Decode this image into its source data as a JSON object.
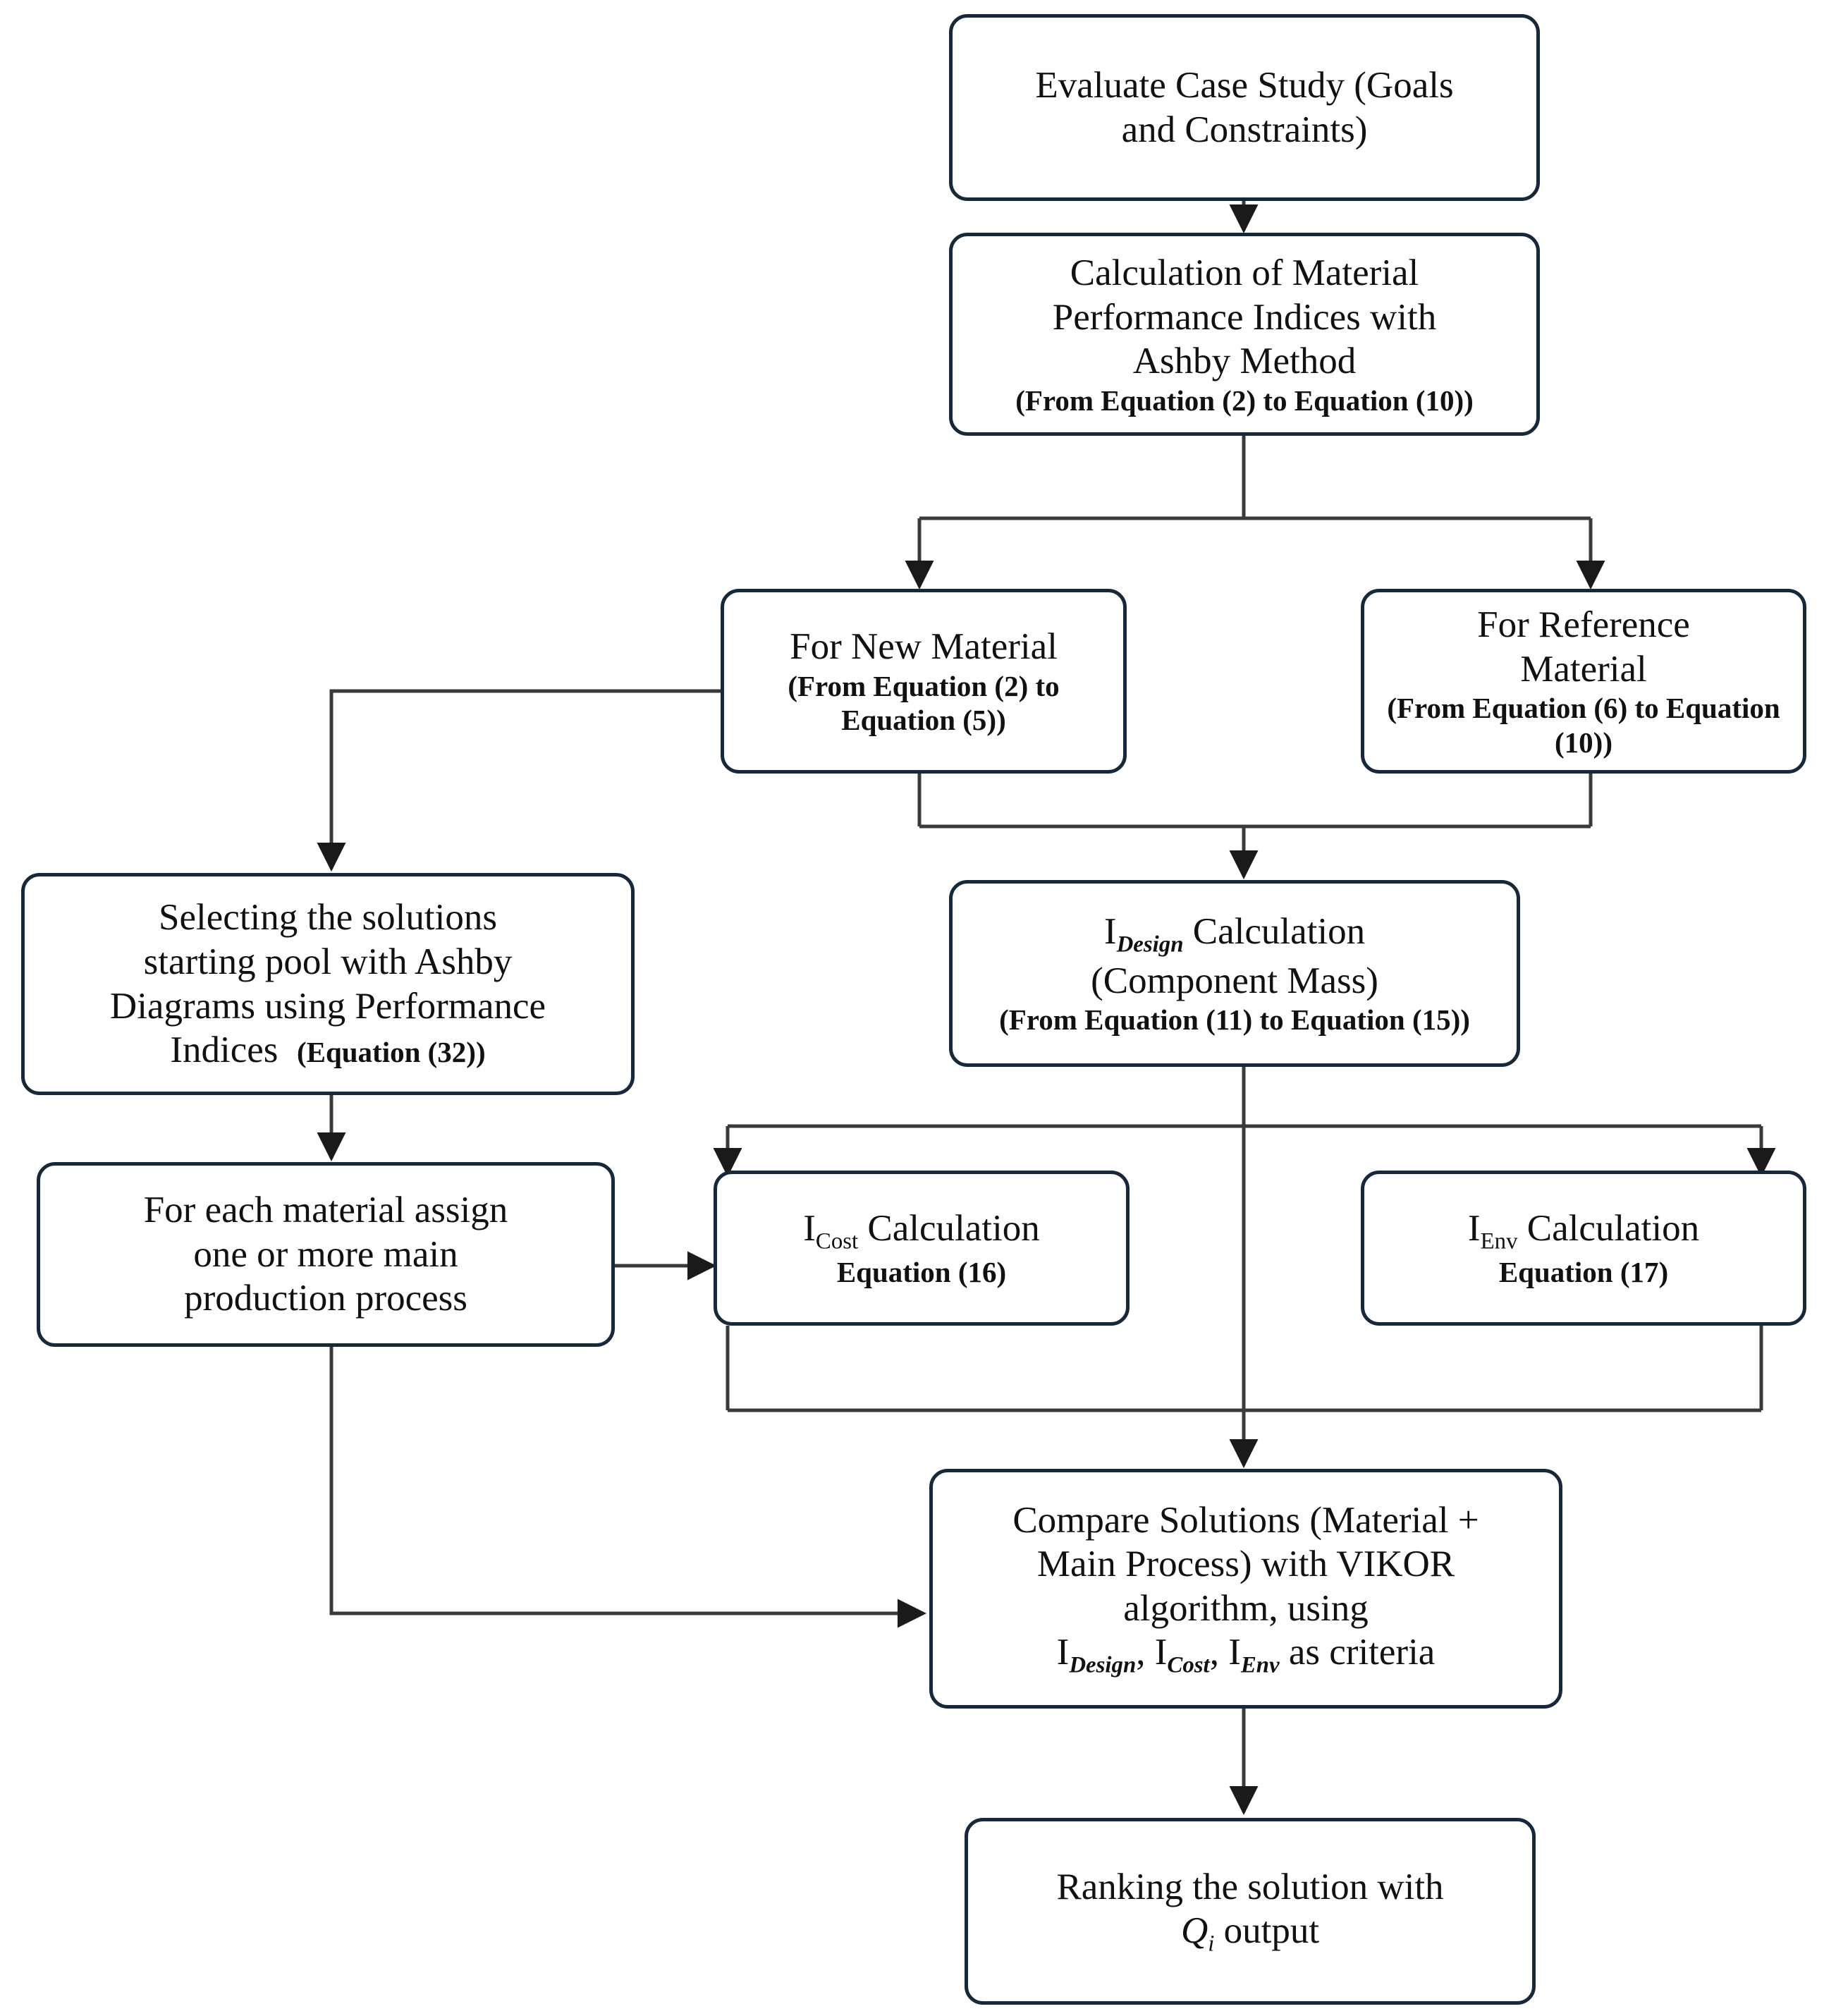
{
  "diagram": {
    "type": "flowchart",
    "title": "Material and process selection methodology flowchart",
    "border_color": "#16293c",
    "edge_color": "#3a3a3a",
    "background": "#ffffff"
  },
  "nodes": {
    "evaluate_case_study": {
      "id": "evaluate-case-study",
      "lines": [
        {
          "text": "Evaluate Case Study (Goals",
          "style": "main"
        },
        {
          "text": "and Constraints)",
          "style": "main"
        }
      ]
    },
    "calculation_indices": {
      "id": "calculation-material-performance-indices",
      "lines": [
        {
          "text": "Calculation of Material",
          "style": "main"
        },
        {
          "text": "Performance Indices with",
          "style": "main"
        },
        {
          "text": "Ashby Method",
          "style": "main"
        },
        {
          "text": "(From Equation (2) to Equation (10))",
          "style": "small"
        }
      ]
    },
    "for_new_material": {
      "id": "for-new-material",
      "lines": [
        {
          "text": "For New Material",
          "style": "main"
        },
        {
          "text": "(From Equation (2) to",
          "style": "small"
        },
        {
          "text": "Equation (5))",
          "style": "small"
        }
      ]
    },
    "for_reference_material": {
      "id": "for-reference-material",
      "lines": [
        {
          "text": "For Reference",
          "style": "main"
        },
        {
          "text": "Material",
          "style": "main"
        },
        {
          "text": "(From Equation (6) to Equation",
          "style": "small"
        },
        {
          "text": "(10))",
          "style": "small"
        }
      ]
    },
    "selecting_solutions_pool": {
      "id": "selecting-solutions-starting-pool",
      "lines": [
        {
          "text": "Selecting the solutions",
          "style": "main"
        },
        {
          "text": "starting pool with Ashby",
          "style": "main"
        },
        {
          "text": "Diagrams using Performance",
          "style": "main"
        },
        {
          "text": "Indices   (Equation (32))",
          "style": "mixed"
        }
      ],
      "mixed_main": "Indices",
      "mixed_small": "(Equation (32))"
    },
    "idesign_calculation": {
      "id": "idesign-calculation",
      "symbol": "I",
      "subscript": "Design",
      "lines": [
        {
          "text": "Calculation",
          "style": "main"
        },
        {
          "text": "(Component Mass)",
          "style": "main"
        },
        {
          "text": "(From Equation (11) to Equation (15))",
          "style": "small"
        }
      ]
    },
    "assign_production_process": {
      "id": "for-each-material-assign-process",
      "lines": [
        {
          "text": "For each material assign",
          "style": "main"
        },
        {
          "text": "one or more main",
          "style": "main"
        },
        {
          "text": "production process",
          "style": "main"
        }
      ]
    },
    "icost_calculation": {
      "id": "icost-calculation",
      "symbol": "I",
      "subscript": "Cost",
      "lines": [
        {
          "text": "Calculation",
          "style": "main"
        },
        {
          "text": "Equation (16)",
          "style": "small"
        }
      ]
    },
    "ienv_calculation": {
      "id": "ienv-calculation",
      "symbol": "I",
      "subscript": "Env",
      "lines": [
        {
          "text": "Calculation",
          "style": "main"
        },
        {
          "text": "Equation (17)",
          "style": "small"
        }
      ]
    },
    "compare_solutions": {
      "id": "compare-solutions-vikor",
      "lines": [
        {
          "text": "Compare Solutions (Material +",
          "style": "main"
        },
        {
          "text": "Main Process) with VIKOR",
          "style": "main"
        },
        {
          "text": "algorithm, using",
          "style": "main"
        },
        {
          "text": "I_Design, I_Cost, I_Env as criteria",
          "style": "criteria"
        }
      ],
      "criteria_parts": [
        "I",
        "Design",
        ", ",
        "I",
        "Cost",
        ", ",
        "I",
        "Env",
        " as criteria"
      ]
    },
    "ranking_solution": {
      "id": "ranking-the-solution",
      "lines": [
        {
          "text": "Ranking the solution with",
          "style": "main"
        },
        {
          "text": "Qi output",
          "style": "mathline"
        }
      ],
      "math_symbol": "Q",
      "math_sub": "i",
      "math_rest": " output"
    }
  },
  "edges": [
    {
      "name": "evaluate-to-calculation",
      "from": "evaluate_case_study",
      "to": "calculation_indices",
      "kind": "straight-down-arrow"
    },
    {
      "name": "calculation-split-bus",
      "from": "calculation_indices",
      "to": "branch-bus",
      "kind": "split"
    },
    {
      "name": "bus-to-new-material",
      "from": "branch-bus",
      "to": "for_new_material",
      "kind": "down-arrow"
    },
    {
      "name": "bus-to-reference-material",
      "from": "branch-bus",
      "to": "for_reference_material",
      "kind": "down-arrow"
    },
    {
      "name": "new-material-to-selecting-pool",
      "from": "for_new_material",
      "to": "selecting_solutions_pool",
      "kind": "left-then-down-arrow"
    },
    {
      "name": "materials-merge-to-idesign",
      "from": [
        "for_new_material",
        "for_reference_material"
      ],
      "to": "idesign_calculation",
      "kind": "merge-down-arrow"
    },
    {
      "name": "selecting-pool-to-assign-process",
      "from": "selecting_solutions_pool",
      "to": "assign_production_process",
      "kind": "straight-down-arrow"
    },
    {
      "name": "idesign-split-bus",
      "from": "idesign_calculation",
      "to": "cost-env-bus",
      "kind": "split"
    },
    {
      "name": "bus-to-icost",
      "from": "cost-env-bus",
      "to": "icost_calculation",
      "kind": "down-arrow"
    },
    {
      "name": "bus-to-ienv",
      "from": "cost-env-bus",
      "to": "ienv_calculation",
      "kind": "down-arrow"
    },
    {
      "name": "assign-process-to-icost",
      "from": "assign_production_process",
      "to": "icost_calculation",
      "kind": "right-arrow"
    },
    {
      "name": "indices-merge-to-compare",
      "from": [
        "icost_calculation",
        "ienv_calculation",
        "idesign_calculation"
      ],
      "to": "compare_solutions",
      "kind": "merge-down-arrow"
    },
    {
      "name": "assign-process-to-compare",
      "from": "assign_production_process",
      "to": "compare_solutions",
      "kind": "down-then-right-arrow"
    },
    {
      "name": "compare-to-ranking",
      "from": "compare_solutions",
      "to": "ranking_solution",
      "kind": "straight-down-arrow"
    }
  ]
}
